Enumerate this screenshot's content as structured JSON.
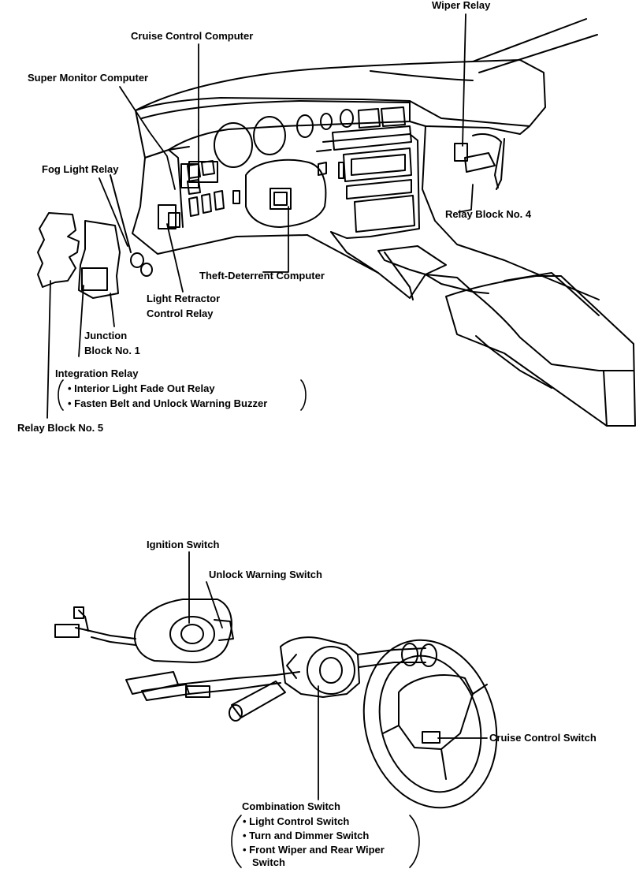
{
  "top_diagram": {
    "wiper_relay": "Wiper Relay",
    "cruise_control_computer": "Cruise Control Computer",
    "super_monitor_computer": "Super Monitor Computer",
    "fog_light_relay": "Fog Light Relay",
    "relay_block_4": "Relay Block No. 4",
    "theft_deterrent_computer": "Theft-Deterrent Computer",
    "light_retractor_line1": "Light Retractor",
    "light_retractor_line2": "Control Relay",
    "junction_block_line1": "Junction",
    "junction_block_line2": "Block No. 1",
    "integration_relay": "Integration Relay",
    "integration_item1": "Interior Light Fade Out Relay",
    "integration_item2": "Fasten Belt and Unlock Warning Buzzer",
    "relay_block_5": "Relay Block No. 5"
  },
  "bottom_diagram": {
    "ignition_switch": "Ignition Switch",
    "unlock_warning_switch": "Unlock Warning Switch",
    "cruise_control_switch": "Cruise Control Switch",
    "combination_switch": "Combination Switch",
    "combination_item1": "Light Control Switch",
    "combination_item2": "Turn and Dimmer Switch",
    "combination_item3_line1": "Front Wiper and Rear Wiper",
    "combination_item3_line2": "Switch"
  }
}
